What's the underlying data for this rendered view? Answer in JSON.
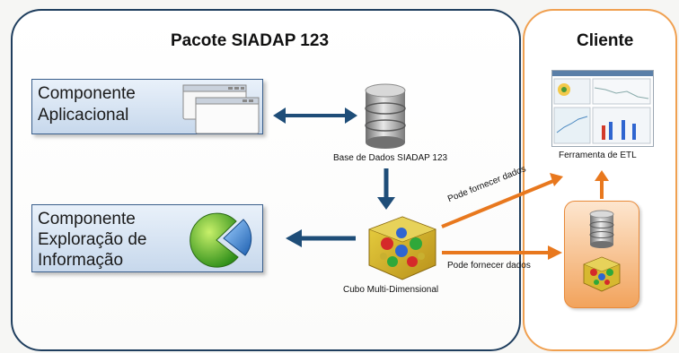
{
  "left_panel": {
    "title": "Pacote SIADAP 123"
  },
  "right_panel": {
    "title": "Cliente"
  },
  "component_app": {
    "line1": "Componente",
    "line2": "Aplicacional"
  },
  "component_exploration": {
    "line1": "Componente",
    "line2": "Exploração de",
    "line3": "Informação"
  },
  "database": {
    "caption": "Base de Dados SIADAP 123"
  },
  "cube": {
    "caption": "Cubo Multi-Dimensional"
  },
  "etl_tool": {
    "caption": "Ferramenta de ETL"
  },
  "arrows": {
    "to_etl_label": "Pode fornecer dados",
    "to_client_label": "Pode fornecer dados"
  },
  "colors": {
    "navy_arrow": "#1e4d78",
    "orange_arrow": "#e8781e",
    "client_border": "#f0a050",
    "package_border": "#1f3e5e"
  }
}
